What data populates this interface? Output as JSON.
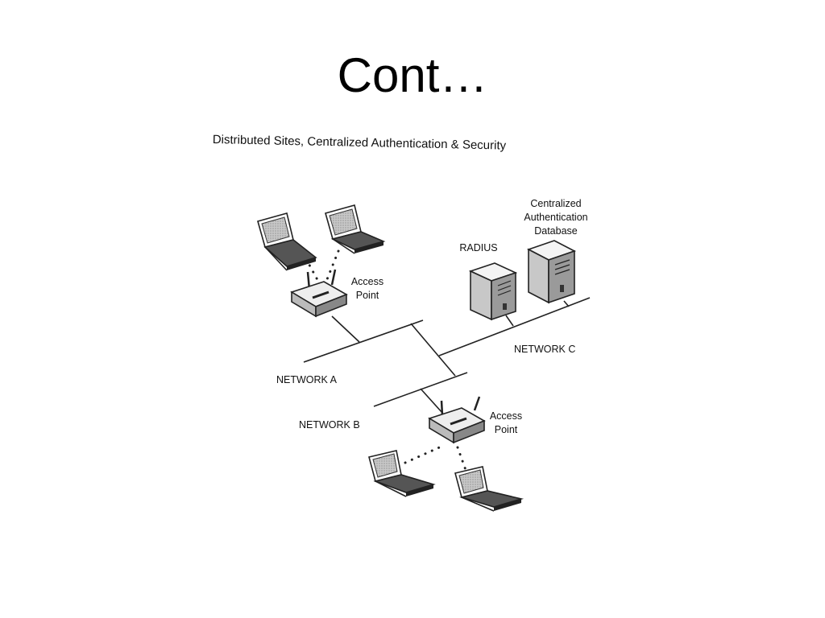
{
  "slide": {
    "title": "Cont…"
  },
  "diagram": {
    "title": "Distributed Sites, Centralized Authentication & Security",
    "labels": {
      "access_point_top": [
        "Access",
        "Point"
      ],
      "access_point_bottom": [
        "Access",
        "Point"
      ],
      "radius": "RADIUS",
      "central_db": [
        "Centralized",
        "Authentication",
        "Database"
      ],
      "network_a": "NETWORK A",
      "network_b": "NETWORK B",
      "network_c": "NETWORK C"
    }
  }
}
